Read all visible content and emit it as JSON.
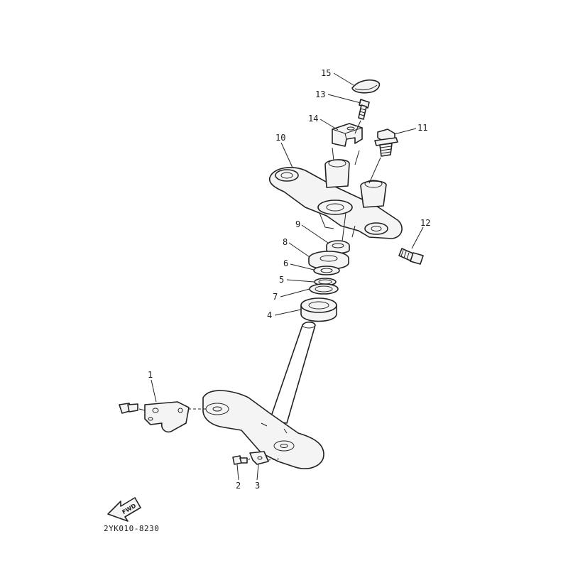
{
  "diagram": {
    "drawing_code": "2YK010-8230",
    "direction_badge": "FWD",
    "callouts": [
      {
        "id": "1",
        "label": "1"
      },
      {
        "id": "2",
        "label": "2"
      },
      {
        "id": "3",
        "label": "3"
      },
      {
        "id": "4",
        "label": "4"
      },
      {
        "id": "5",
        "label": "5"
      },
      {
        "id": "6",
        "label": "6"
      },
      {
        "id": "7",
        "label": "7"
      },
      {
        "id": "8",
        "label": "8"
      },
      {
        "id": "9",
        "label": "9"
      },
      {
        "id": "10",
        "label": "10"
      },
      {
        "id": "11",
        "label": "11"
      },
      {
        "id": "12",
        "label": "12"
      },
      {
        "id": "13",
        "label": "13"
      },
      {
        "id": "14",
        "label": "14"
      },
      {
        "id": "15",
        "label": "15"
      }
    ]
  }
}
